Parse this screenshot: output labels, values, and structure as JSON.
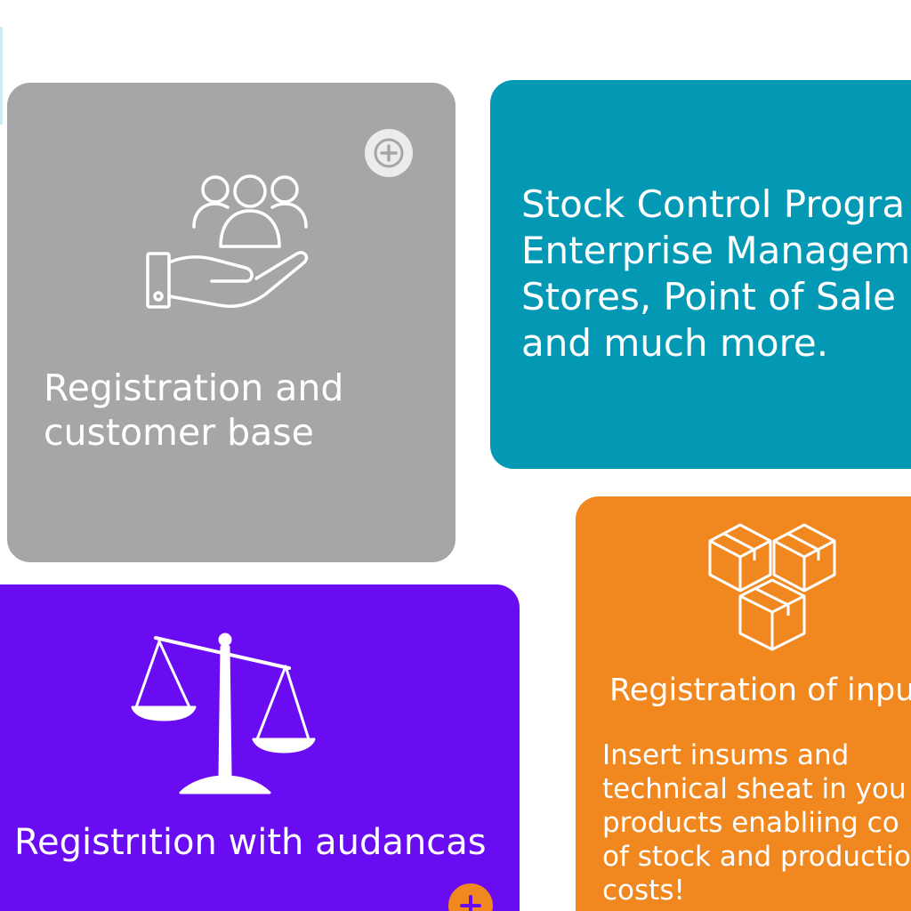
{
  "cards": {
    "customers": {
      "title": "Registration and customer base",
      "icon": "customer-care-icon",
      "color": "#a6a6a9"
    },
    "promo": {
      "text": "Stock Control Progra\nEnterprise Managem\nStores, Point of Sale\nand much more.",
      "color": "#0399b4"
    },
    "inputs": {
      "title": "Registration  of inpu",
      "description": "Insert insums and\ntechnical sheat in you\nproducts enabliing co\nof stock and productio\ncosts!",
      "icon": "boxes-icon",
      "color": "#f0881f"
    },
    "audiences": {
      "title": "Registrıtion with audancas",
      "icon": "scale-icon",
      "color": "#6a0cf1"
    }
  },
  "icons": {
    "plus": "plus-icon"
  }
}
